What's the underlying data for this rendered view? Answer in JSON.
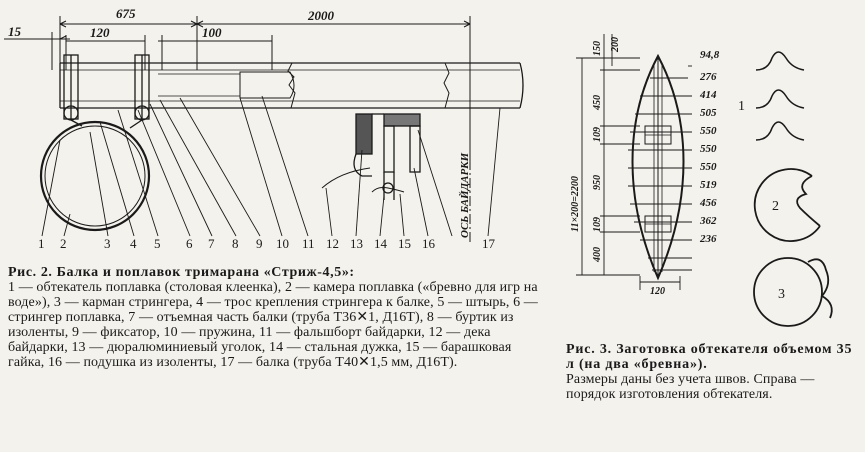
{
  "fig2": {
    "dims": {
      "d675": "675",
      "d2000": "2000",
      "d15": "15",
      "d120": "120",
      "d100": "100"
    },
    "axis_label": "ОСЬ БАЙДАРКИ",
    "callouts": [
      "1",
      "2",
      "3",
      "4",
      "5",
      "6",
      "7",
      "8",
      "9",
      "10",
      "11",
      "12",
      "13",
      "14",
      "15",
      "16",
      "17"
    ],
    "caption_title": "Рис. 2. Балка и поплавок тримарана «Стриж-4,5»:",
    "caption_body": "1 — обтекатель поплавка (столовая клеенка), 2 — камера поплавка («бревно для игр на воде»), 3 — карман стрингера, 4 — трос крепления стрингера к балке, 5 — штырь, 6 — стрингер поплавка, 7 — отъемная часть балки (труба Т36✕1, Д16Т), 8 — буртик из изоленты, 9 — фиксатор, 10 — пружина, 11 — фальшборт байдарки, 12 — дека байдарки, 13 — дюралюминиевый уголок, 14 — стальная дужка, 15 — барашковая гайка, 16 — подушка из изоленты, 17 — балка (труба Т40✕1,5 мм, Д16Т)."
  },
  "fig3": {
    "widths": [
      "94,8",
      "276",
      "414",
      "505",
      "550",
      "550",
      "550",
      "519",
      "456",
      "362",
      "236"
    ],
    "dim_150": "150",
    "dim_200": "200",
    "dim_450": "450",
    "dim_109a": "109",
    "dim_950": "950",
    "dim_109b": "109",
    "dim_400": "400",
    "dim_total": "11×200=2200",
    "dim_120": "120",
    "steps": [
      "1",
      "2",
      "3"
    ],
    "caption_title": "Рис. 3. Заготовка обтекателя объемом 35 л (на два «бревна»).",
    "caption_body": "Размеры даны без учета швов. Справа — порядок изготовления обтекателя."
  }
}
